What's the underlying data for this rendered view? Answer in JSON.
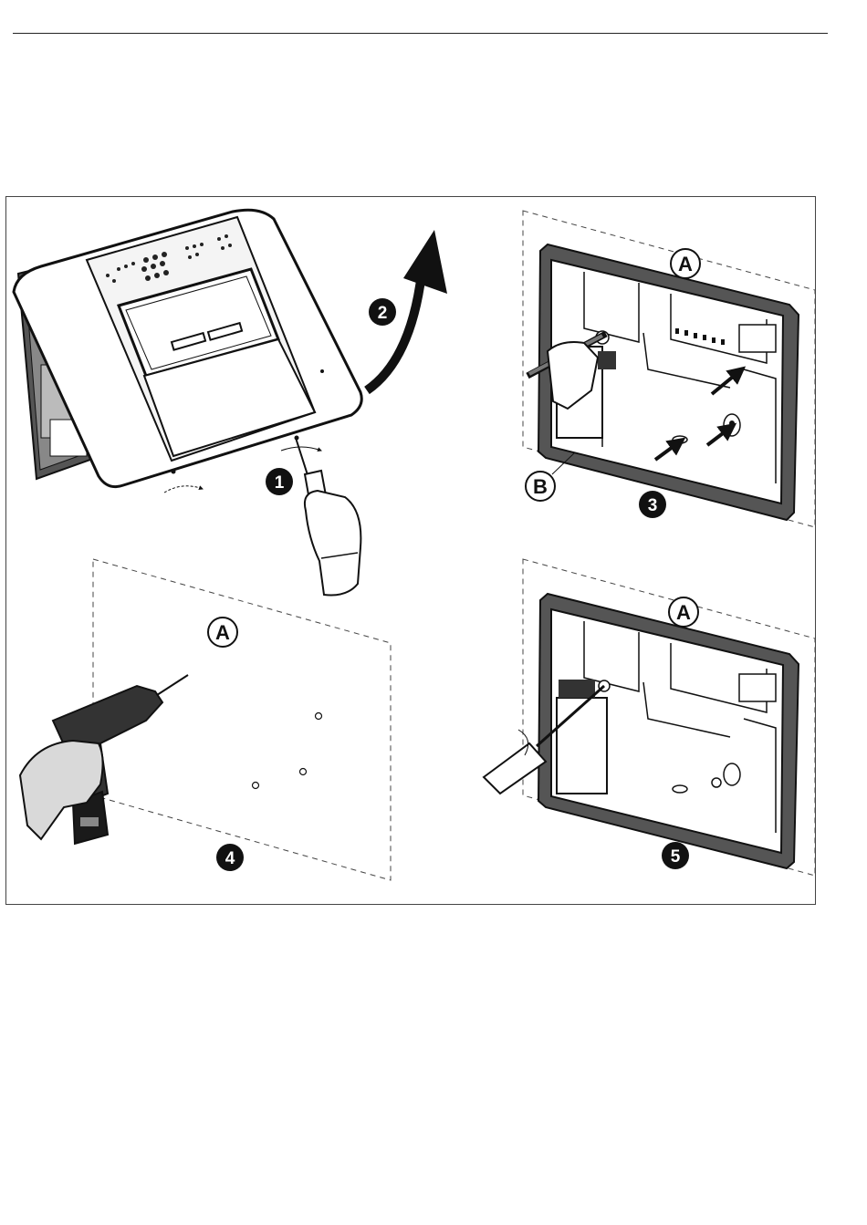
{
  "figure": {
    "step_labels": [
      "1",
      "2",
      "3",
      "4",
      "5"
    ],
    "callouts": {
      "wall": "A",
      "base": "B"
    }
  },
  "icons": [
    "screwdriver-icon",
    "hand-icon",
    "drill-icon",
    "arrow-icon",
    "control-panel-icon",
    "backplate-icon"
  ],
  "colors": {
    "line": "#1a1a1a",
    "badge": "#111111",
    "panel_dark": "#222222",
    "hand_fill": "#d9d9d9"
  }
}
